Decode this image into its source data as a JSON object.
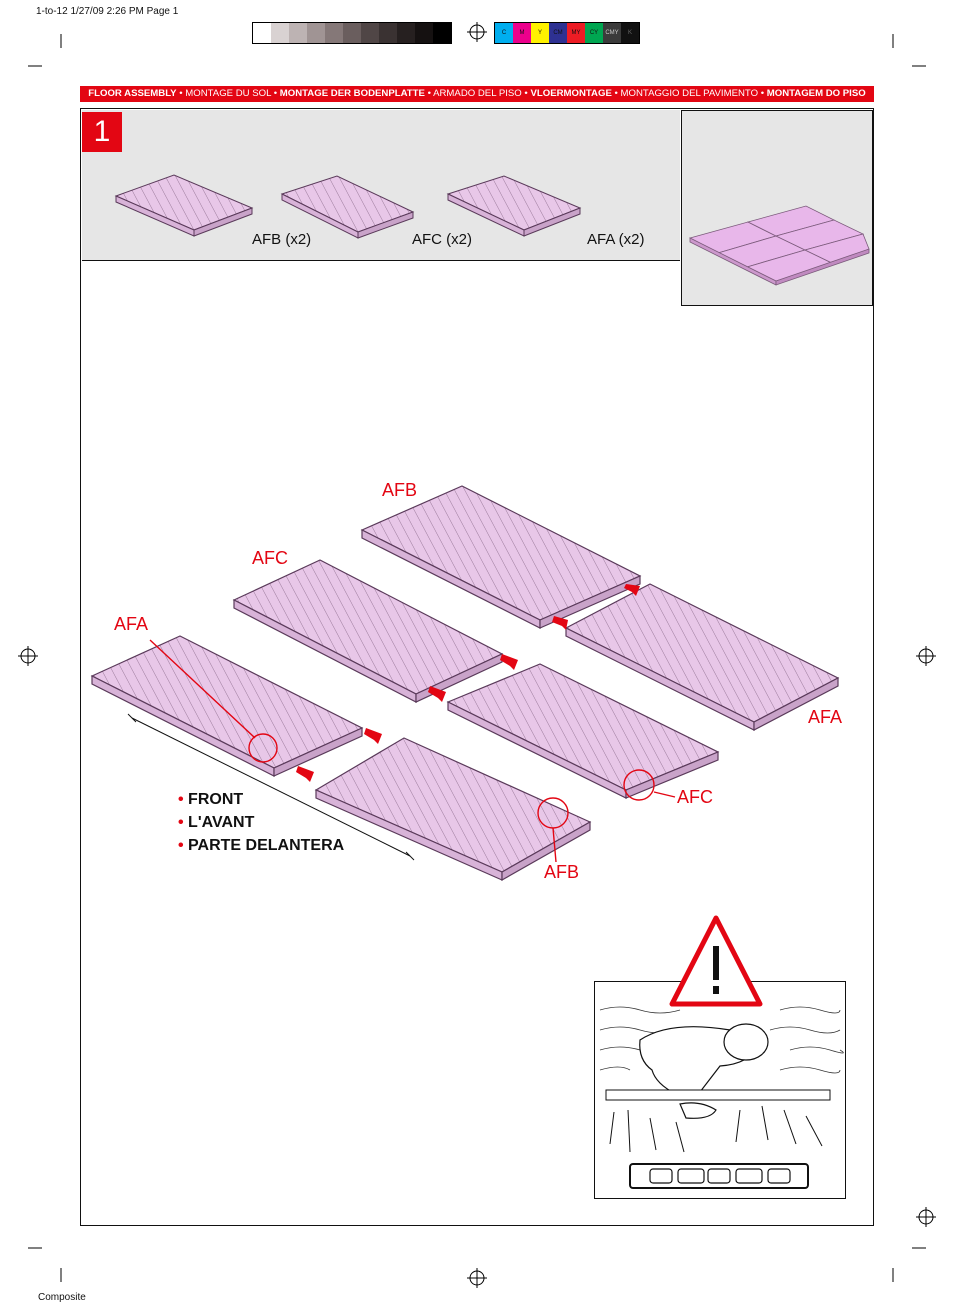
{
  "slug": {
    "header": "1-to-12  1/27/09 2:26 PM Page 1",
    "footer": "Composite"
  },
  "color_bar": [
    "C",
    "M",
    "Y",
    "CM",
    "MY",
    "CY",
    "CMY",
    "K"
  ],
  "banner": [
    {
      "text": "FLOOR ASSEMBLY",
      "bold": true
    },
    {
      "text": " • MONTAGE DU SOL • ",
      "bold": false
    },
    {
      "text": "MONTAGE DER BODENPLATTE",
      "bold": true
    },
    {
      "text": " • ARMADO DEL PISO • ",
      "bold": false
    },
    {
      "text": "VLOERMONTAGE",
      "bold": true
    },
    {
      "text": " • MONTAGGIO DEL PAVIMENTO • ",
      "bold": false
    },
    {
      "text": "MONTAGEM DO PISO",
      "bold": true
    }
  ],
  "step": "1",
  "parts": [
    {
      "label": "AFB (x2)"
    },
    {
      "label": "AFC (x2)"
    },
    {
      "label": "AFA (x2)"
    }
  ],
  "diagram_labels": {
    "afb_top": "AFB",
    "afc_mid": "AFC",
    "afa_left": "AFA",
    "afa_right": "AFA",
    "afc_right": "AFC",
    "afb_bottom": "AFB"
  },
  "front": {
    "items": [
      "FRONT",
      "L'AVANT",
      "PARTE DELANTERA"
    ]
  },
  "colors": {
    "brand_red": "#e30613",
    "panel_fill": "#e8c7e8",
    "panel_stroke": "#5a3a5a",
    "panel_gray": "#e6e6e6"
  }
}
